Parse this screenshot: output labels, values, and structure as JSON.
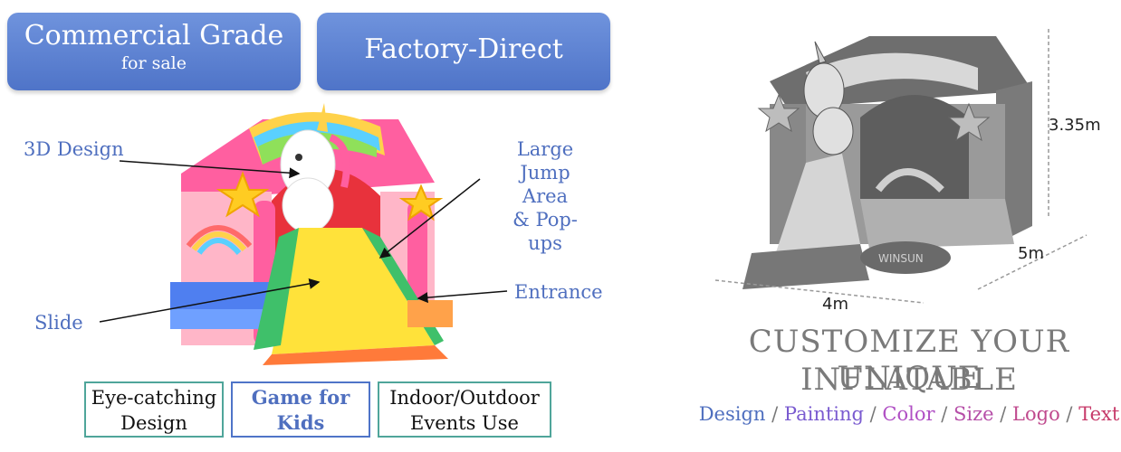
{
  "badges": {
    "commercial_title": "Commercial Grade",
    "commercial_sub": "for sale",
    "factory": "Factory-Direct"
  },
  "callouts": {
    "design3d": "3D Design",
    "jump_line1": "Large",
    "jump_line2": "Jump Area",
    "jump_line3": "& Pop-ups",
    "entrance": "Entrance",
    "slide": "Slide"
  },
  "features": {
    "f1_line1": "Eye-catching",
    "f1_line2": "Design",
    "f2_line1": "Game for",
    "f2_line2": "Kids",
    "f3_line1": "Indoor/Outdoor",
    "f3_line2": "Events Use"
  },
  "dimensions": {
    "height": "3.35m",
    "depth": "5m",
    "width": "4m"
  },
  "watermark": "WINSUN",
  "headline": {
    "line1": "CUSTOMIZE YOUR UNIQUE",
    "line2": "INFLATABLE"
  },
  "options": [
    {
      "label": "Design",
      "color": "#4f6fbf"
    },
    {
      "label": "Painting",
      "color": "#7a5bd0"
    },
    {
      "label": "Color",
      "color": "#b04fc4"
    },
    {
      "label": "Size",
      "color": "#b64fa8"
    },
    {
      "label": "Logo",
      "color": "#c04a8e"
    },
    {
      "label": "Text",
      "color": "#c73b6a"
    }
  ],
  "separator": "/",
  "colors": {
    "accent_blue": "#4f74c8",
    "box_teal": "#4fa59a",
    "headline_gray": "#7a7a7a"
  }
}
